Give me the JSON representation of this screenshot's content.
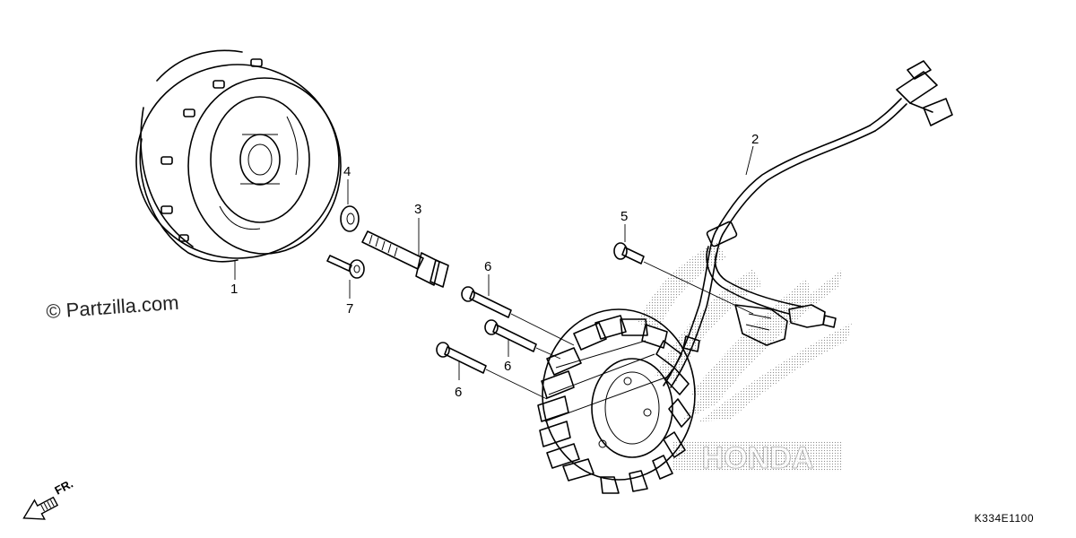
{
  "watermark": {
    "text": "© Partzilla.com"
  },
  "diagram_code": "K334E1100",
  "direction_label": "FR.",
  "brand_mark_text": "HONDA",
  "callouts": [
    {
      "id": "c1",
      "label": "1",
      "part": "flywheel"
    },
    {
      "id": "c2",
      "label": "2",
      "part": "wire-harness"
    },
    {
      "id": "c3",
      "label": "3",
      "part": "flange-bolt"
    },
    {
      "id": "c4",
      "label": "4",
      "part": "washer"
    },
    {
      "id": "c5",
      "label": "5",
      "part": "small-bolt"
    },
    {
      "id": "c6a",
      "label": "6",
      "part": "stator-bolt"
    },
    {
      "id": "c6b",
      "label": "6",
      "part": "stator-bolt"
    },
    {
      "id": "c6c",
      "label": "6",
      "part": "stator-bolt"
    },
    {
      "id": "c7",
      "label": "7",
      "part": "screw"
    }
  ]
}
